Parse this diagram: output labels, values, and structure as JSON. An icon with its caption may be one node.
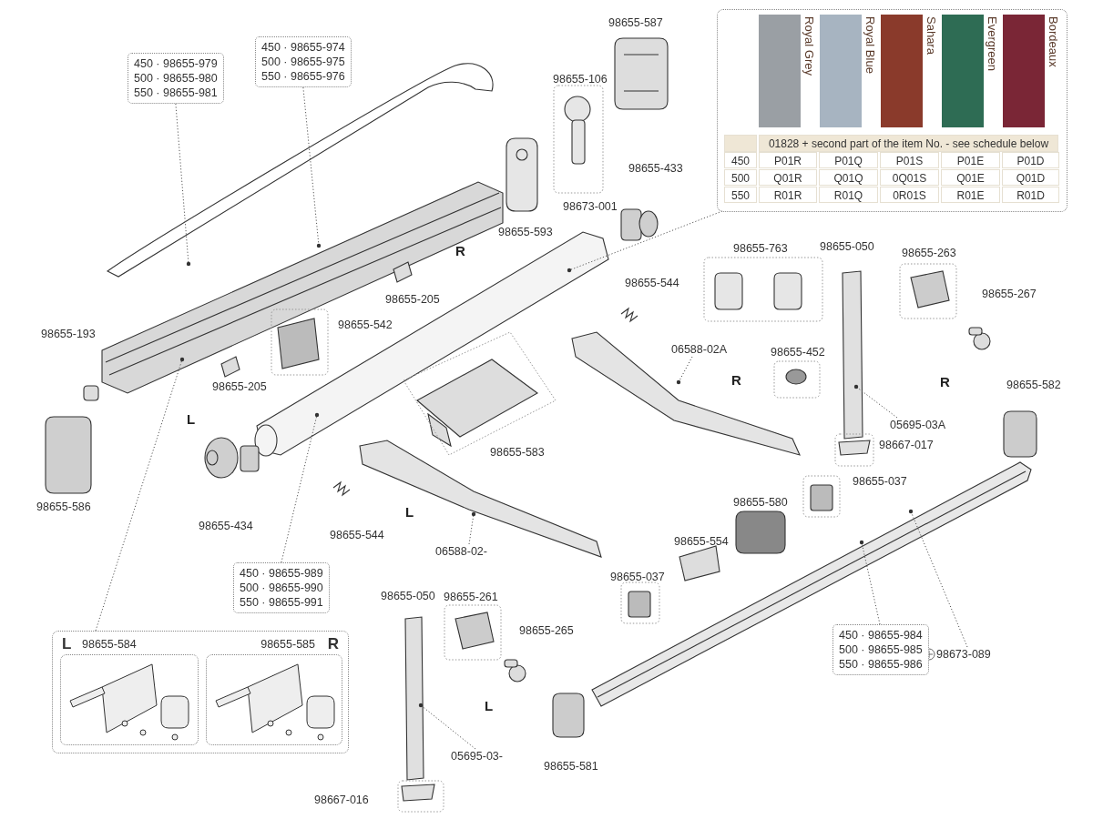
{
  "diagram": {
    "nodes": [
      {
        "text": [
          "450 · 98655-979",
          "500 · 98655-980",
          "550 · 98655-981"
        ]
      },
      {
        "text": [
          "450 · 98655-974",
          "500 · 98655-975",
          "550 · 98655-976"
        ]
      },
      {
        "text": [],
        "shape": "box"
      },
      {
        "text": [
          "450 · 98655-989",
          "500 · 98655-990",
          "550 · 98655-991"
        ]
      },
      {
        "text": [
          "L",
          "98655-584",
          "98655-585",
          "R"
        ]
      },
      {
        "text": [],
        "shape": "picture",
        "in": 4
      },
      {
        "text": [],
        "shape": "picture",
        "in": 4
      },
      {
        "text": [
          "450 · 98655-984",
          "500 · 98655-985",
          "550 · 98655-986"
        ]
      },
      {
        "text": [
          "98673-089"
        ]
      },
      {
        "text": [
          "06588-02-"
        ]
      },
      {
        "text": [
          "05695-03A"
        ]
      },
      {
        "text": [
          "05695-03-"
        ]
      },
      {
        "text": [
          "06588-02A"
        ]
      }
    ],
    "edges": [
      {
        "from": 0,
        "to": null,
        "arrow": "other"
      },
      {
        "from": 1,
        "to": null,
        "arrow": "other"
      },
      {
        "from": 2,
        "to": null,
        "arrow": "other"
      },
      {
        "from": 3,
        "to": null,
        "arrow": "other"
      },
      {
        "from": 4,
        "to": null,
        "arrow": "other"
      },
      {
        "from": 7,
        "to": null,
        "arrow": "other"
      },
      {
        "from": 8,
        "to": null,
        "arrow": "other"
      },
      {
        "from": 9,
        "to": null,
        "arrow": "other"
      },
      {
        "from": 10,
        "to": null,
        "arrow": "other"
      },
      {
        "from": 11,
        "to": null,
        "arrow": "other"
      },
      {
        "from": 12,
        "to": null,
        "arrow": "other"
      }
    ],
    "labels": [
      "98655-587",
      "98655-106",
      "98673-001",
      "98655-433",
      "98655-593",
      "R",
      "98655-205",
      "98655-542",
      "98655-193",
      "98655-205",
      "L",
      "98655-586",
      "98655-434",
      "98655-544",
      "L",
      "98655-583",
      "98655-763",
      "98655-050",
      "98655-263",
      "98655-267",
      "98655-544",
      "R",
      "98655-452",
      "R",
      "98655-582",
      "98667-017",
      "98655-037",
      "98655-580",
      "98655-554",
      "98655-037",
      "98655-050",
      "98655-261",
      "98655-265",
      "L",
      "98655-581",
      "98667-016",
      "01828 + second part of the item No. - see schedule below",
      "450",
      "P01R",
      "P01Q",
      "P01S",
      "P01E",
      "P01D",
      "500",
      "Q01R",
      "Q01Q",
      "0Q01S",
      "Q01E",
      "Q01D",
      "550",
      "R01R",
      "R01Q",
      "0R01S",
      "R01E",
      "R01D"
    ],
    "legend": [
      {
        "text": "Royal Grey",
        "color": "#9a9fa4"
      },
      {
        "text": "Royal Blue",
        "color": "#a7b4c1"
      },
      {
        "text": "Sahara",
        "color": "#8a3a2b"
      },
      {
        "text": "Evergreen",
        "color": "#2e6c54"
      },
      {
        "text": "Bordeaux",
        "color": "#7a2636"
      }
    ]
  }
}
